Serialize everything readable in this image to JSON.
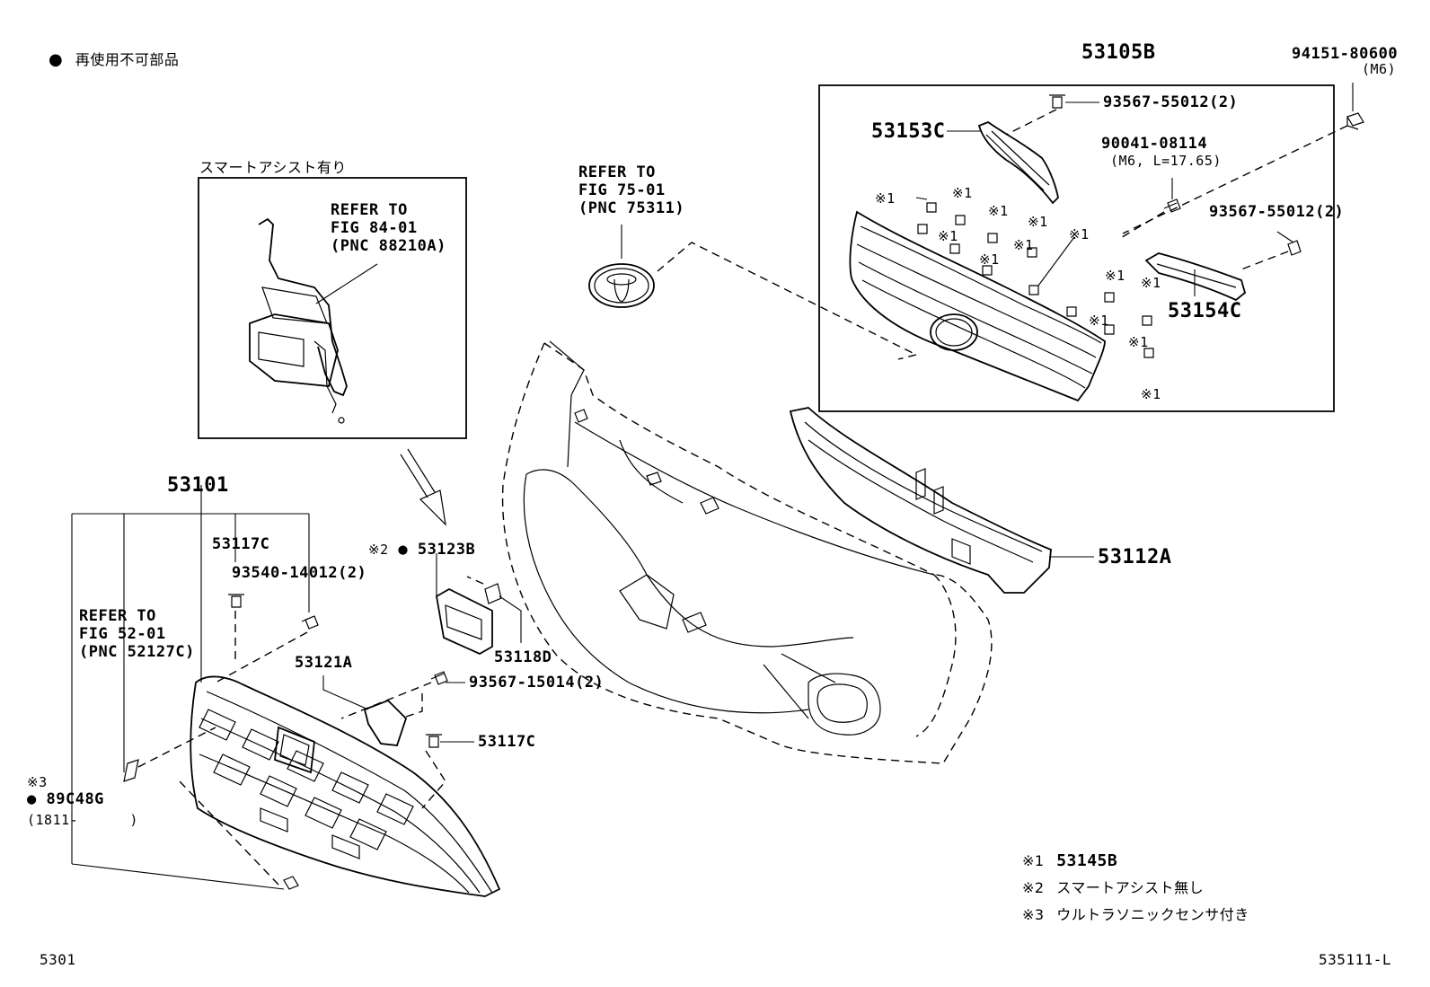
{
  "legend_top": {
    "bullet": "●",
    "text": "再使用不可部品"
  },
  "boxes": {
    "smart_assist": {
      "caption": "スマートアシスト有り",
      "ref": "REFER TO\nFIG 84-01\n(PNC 88210A)"
    },
    "grille_upper": {
      "part": "53105B"
    }
  },
  "refs": {
    "emblem": "REFER TO\nFIG 75-01\n(PNC 75311)",
    "bumper": "REFER TO\nFIG 52-01\n(PNC 52127C)"
  },
  "parts": {
    "p94151": "94151-80600",
    "p94151_note": "(M6)",
    "p93567_a": "93567-55012(2)",
    "p53153C": "53153C",
    "p90041": "90041-08114",
    "p90041_note": "(M6, L=17.65)",
    "p93567_b": "93567-55012(2)",
    "p53154C": "53154C",
    "p53112A": "53112A",
    "p53101": "53101",
    "p53117C_a": "53117C",
    "p93540": "93540-14012(2)",
    "p53123B": "53123B",
    "p53123B_mark": "※2",
    "p53118D": "53118D",
    "p53121A": "53121A",
    "p93567_c": "93567-15014(2)",
    "p53117C_b": "53117C",
    "p89C48G_mark": "※3",
    "p89C48G": "89C48G",
    "p89C48G_note": "(1811-      )",
    "bullet": "●"
  },
  "mark1": "※1",
  "notes": [
    {
      "mark": "※1",
      "text": "53145B"
    },
    {
      "mark": "※2",
      "text": "スマートアシスト無し"
    },
    {
      "mark": "※3",
      "text": "ウルトラソニックセンサ付き"
    }
  ],
  "footer": {
    "left": "5301",
    "right": "535111-L"
  }
}
